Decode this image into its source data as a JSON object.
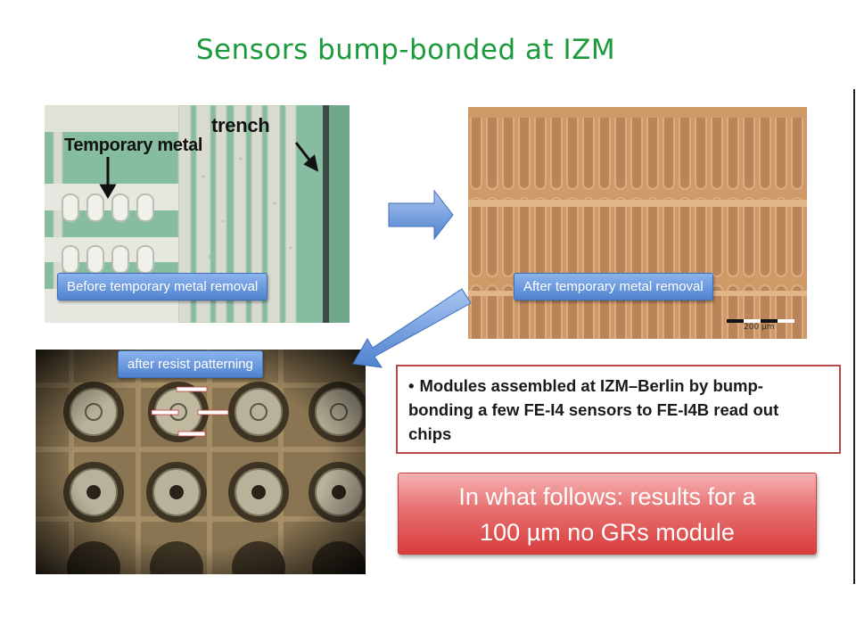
{
  "title": "Sensors bump-bonded at IZM",
  "photo1": {
    "caption": "Before temporary metal removal",
    "label_temporary_metal": "Temporary metal",
    "label_trench": "trench"
  },
  "photo2": {
    "caption": "After temporary metal removal",
    "scale_label": "200 µm"
  },
  "photo3": {
    "caption": "after resist patterning"
  },
  "bullet": {
    "marker": "•",
    "text_line1": "Modules assembled at IZM–Berlin by bump-",
    "text_line2": "bonding a few FE-I4 sensors to FE-I4B read out",
    "text_line3": "chips"
  },
  "highlight": {
    "line1": "In what follows: results for a",
    "line2": "100 µm no GRs module"
  },
  "colors": {
    "title": "#1a9a3a",
    "caption_blue": "#4f82cf",
    "bullet_border": "#b84a4a",
    "highlight_red": "#d93c3c"
  }
}
